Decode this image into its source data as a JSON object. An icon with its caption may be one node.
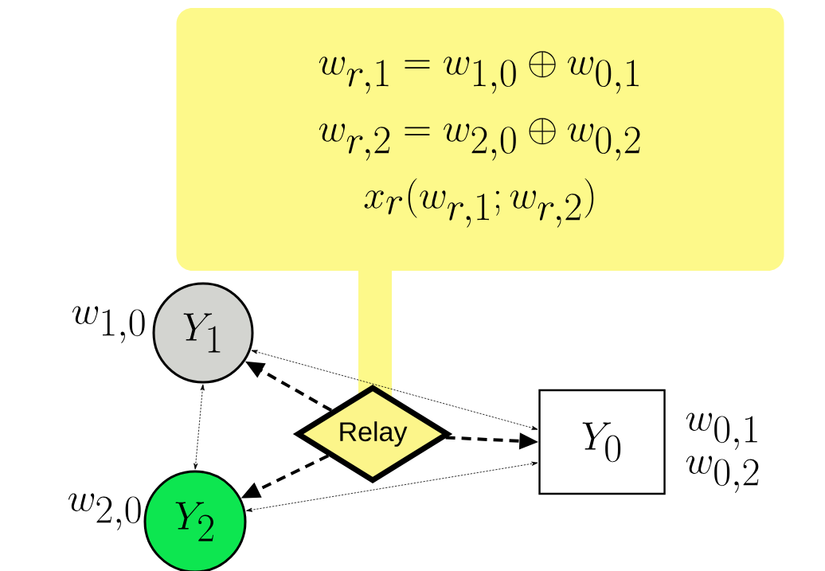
{
  "diagram": {
    "nodes": [
      {
        "text": [
          "w_{r,1} = w_{1,0} \\oplus w_{0,1}",
          "w_{r,2} = w_{2,0} \\oplus w_{0,2}",
          "x_r(w_{r,1};w_{r,2})"
        ]
      },
      {
        "text": [
          "Y_1"
        ],
        "beside": [
          "w_{1,0}"
        ]
      },
      {
        "text": [
          "Relay"
        ]
      },
      {
        "text": [
          "Y_0"
        ],
        "beside": [
          "w_{0,1}",
          "w_{0,2}"
        ]
      },
      {
        "text": [
          "Y_2"
        ],
        "beside": [
          "w_{2,0}"
        ]
      }
    ],
    "edges": [
      {
        "from": 2,
        "to": 1,
        "arrow": "to",
        "style": "dashed"
      },
      {
        "from": 2,
        "to": 4,
        "arrow": "to",
        "style": "dashed"
      },
      {
        "from": 2,
        "to": 3,
        "arrow": "to",
        "style": "dashed"
      },
      {
        "from": 1,
        "to": 3,
        "arrow": "both"
      },
      {
        "from": 4,
        "to": 3,
        "arrow": "both"
      },
      {
        "from": 1,
        "to": 4,
        "arrow": "both"
      }
    ]
  }
}
